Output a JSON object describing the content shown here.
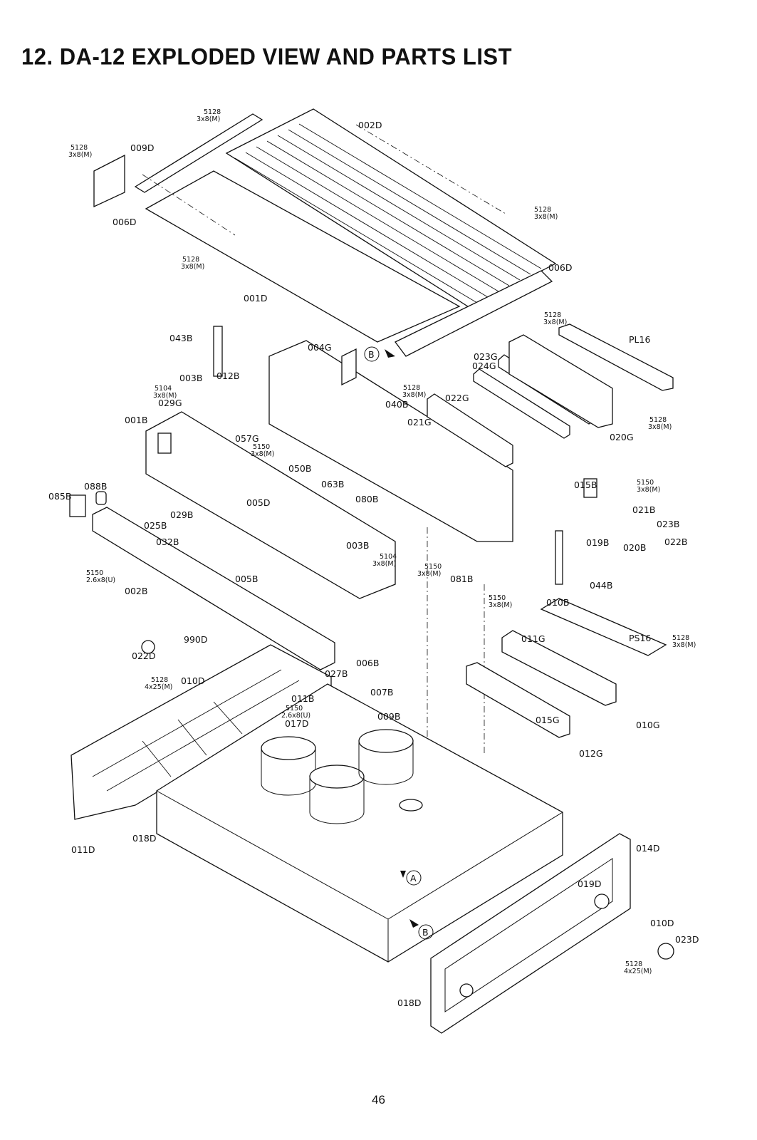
{
  "page": {
    "title": "12. DA-12 EXPLODED VIEW AND PARTS LIST",
    "page_number": "46"
  },
  "diagram": {
    "type": "exploded-view",
    "subject": "DA-12",
    "reference_markers": [
      "A",
      "B"
    ],
    "labels": {
      "p002D": "002D",
      "p009D": "009D",
      "p006D_a": "006D",
      "p006D_b": "006D",
      "p001D": "001D",
      "p043B": "043B",
      "p004G": "004G",
      "p023G": "023G",
      "p024G": "024G",
      "pPL16": "PL16",
      "p003B_a": "003B",
      "p012B": "012B",
      "p029G": "029G",
      "p001B": "001B",
      "p057G": "057G",
      "p040B": "040B",
      "p022G": "022G",
      "p021G": "021G",
      "p020G": "020G",
      "p050B": "050B",
      "p063B": "063B",
      "p080B": "080B",
      "p005D": "005D",
      "p088B": "088B",
      "p085B": "085B",
      "p029B": "029B",
      "p025B": "025B",
      "p032B": "032B",
      "p003B_b": "003B",
      "p081B": "081B",
      "p015B": "015B",
      "p021B": "021B",
      "p023B": "023B",
      "p019B": "019B",
      "p020B": "020B",
      "p022B": "022B",
      "p044B": "044B",
      "p010B": "010B",
      "p002B": "002B",
      "p005B": "005B",
      "p011G": "011G",
      "pPS16": "PS16",
      "p990D": "990D",
      "p022D": "022D",
      "p010D_a": "010D",
      "p006B": "006B",
      "p027B": "027B",
      "p007B": "007B",
      "p011B": "011B",
      "p009B": "009B",
      "p015G": "015G",
      "p010G": "010G",
      "p017D": "017D",
      "p012G": "012G",
      "p011D": "011D",
      "p018D_a": "018D",
      "p014D": "014D",
      "p019D": "019D",
      "p010D_b": "010D",
      "p023D": "023D",
      "p018D_b": "018D"
    },
    "screws": {
      "s1": [
        "5128",
        "3x8(M)"
      ],
      "s2": [
        "5128",
        "3x8(M)"
      ],
      "s3": [
        "5128",
        "3x8(M)"
      ],
      "s4": [
        "5128",
        "3x8(M)"
      ],
      "s5": [
        "5128",
        "3x8(M)"
      ],
      "s6": [
        "5128",
        "3x8(M)"
      ],
      "s7": [
        "5104",
        "3x8(M)"
      ],
      "s8": [
        "5150",
        "3x8(M)"
      ],
      "s9": [
        "5128",
        "3x8(M)"
      ],
      "s10": [
        "5150",
        "3x8(M)"
      ],
      "s11": [
        "5150",
        "2.6x8(U)"
      ],
      "s12": [
        "5104",
        "3x8(M)"
      ],
      "s13": [
        "5150",
        "3x8(M)"
      ],
      "s14": [
        "5150",
        "3x8(M)"
      ],
      "s15": [
        "5128",
        "3x8(M)"
      ],
      "s16": [
        "5128",
        "4x25(M)"
      ],
      "s17": [
        "5150",
        "2.6x8(U)"
      ],
      "s18": [
        "5128",
        "4x25(M)"
      ]
    }
  }
}
